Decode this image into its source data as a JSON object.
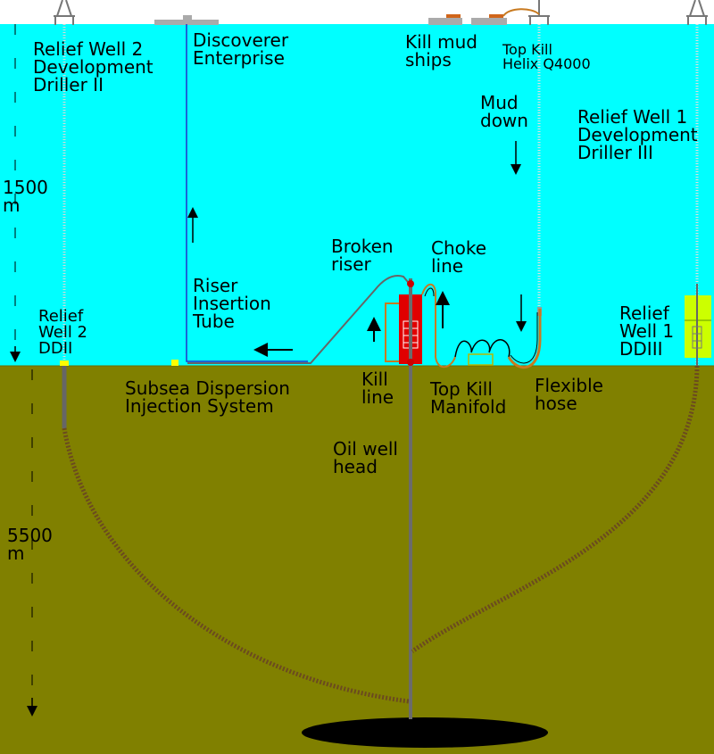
{
  "labels": {
    "relief_well_2_rig": [
      "Relief Well 2",
      "Development",
      "Driller II"
    ],
    "discoverer": [
      "Discoverer",
      "Enterprise"
    ],
    "kill_mud_ships": [
      "Kill mud",
      "ships"
    ],
    "top_kill_helix": [
      "Top Kill",
      "Helix Q4000"
    ],
    "mud_down": [
      "Mud",
      "down"
    ],
    "relief_well_1_rig": [
      "Relief Well 1",
      "Development",
      "Driller III"
    ],
    "depth_1500": [
      "1500",
      "m"
    ],
    "broken_riser": [
      "Broken",
      "riser"
    ],
    "choke_line": [
      "Choke",
      "line"
    ],
    "riser_insertion_tube": [
      "Riser",
      "Insertion",
      "Tube"
    ],
    "relief_well_2_ddii": [
      "Relief",
      "Well 2",
      "DDII"
    ],
    "relief_well_1_ddiii": [
      "Relief",
      "Well 1",
      "DDIII"
    ],
    "kill_line": [
      "Kill",
      "line"
    ],
    "top_kill_manifold": [
      "Top Kill",
      "Manifold"
    ],
    "flexible_hose": [
      "Flexible",
      "hose"
    ],
    "subsea_dispersion": [
      "Subsea Dispersion",
      "Injection System"
    ],
    "oil_well_head": [
      "Oil well",
      "head"
    ],
    "depth_5500": [
      "5500",
      "m"
    ]
  },
  "colors": {
    "sky": "#ffffff",
    "sea": "#00ffff",
    "seabed": "#808000",
    "reservoir": "#000000",
    "well_pipe": "#6b6b6b",
    "relief_path": "#6b4a1f",
    "bop": "#e00000",
    "riser": "#666666",
    "insertion_tube": "#2233cc",
    "hose": "#c87a20",
    "dispersion": "#ffff00",
    "ddiii_box": "#ccff00"
  }
}
